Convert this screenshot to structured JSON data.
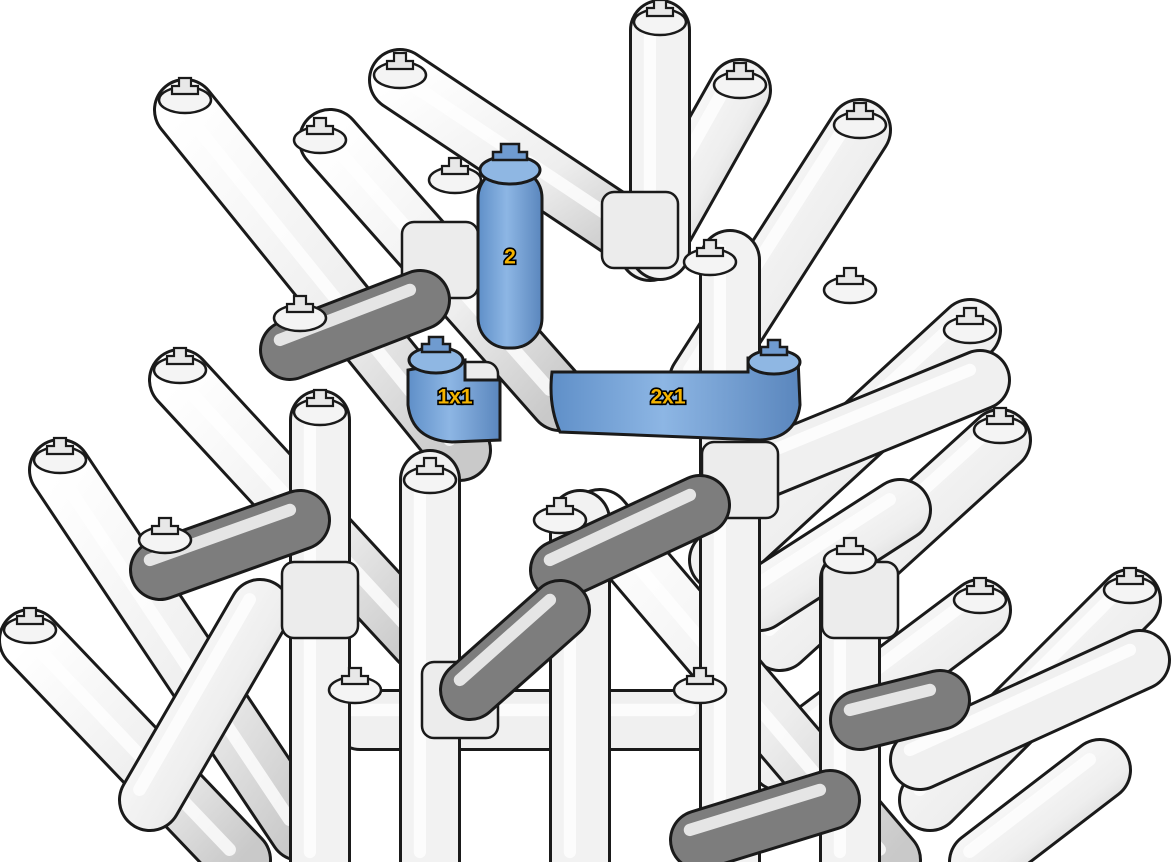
{
  "colors": {
    "background": "#ffffff",
    "pipe_white": "#f1f1f1",
    "pipe_grey": "#7d7d7d",
    "pipe_blue": "#7aa6d8",
    "outline": "#1a1a1a",
    "label_fill": "#f5b400",
    "label_stroke": "#000000"
  },
  "labels": {
    "vertical_part": "2",
    "elbow_part": "1x1",
    "horizontal_part": "2x1"
  }
}
